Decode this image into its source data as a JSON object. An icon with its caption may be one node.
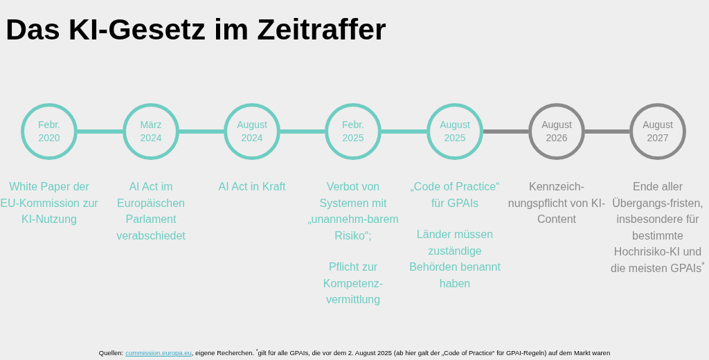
{
  "diagram": {
    "title": "Das KI-Gesetz im Zeitraffer",
    "nodes": [
      {
        "text": [
          "Febr. 2020"
        ],
        "beside": [
          "White Paper der EU-Kommission zur KI-Nutzung"
        ]
      },
      {
        "text": [
          "März 2024"
        ],
        "beside": [
          "AI Act im Europäischen Parlament verabschiedet"
        ]
      },
      {
        "text": [
          "August 2024"
        ],
        "beside": [
          "AI Act in Kraft"
        ]
      },
      {
        "text": [
          "Febr. 2025"
        ],
        "beside": [
          "Verbot von Systemen mit „unannehm-barem Risiko“;",
          "Pflicht zur Kompetenz-vermittlung"
        ]
      },
      {
        "text": [
          "August 2025"
        ],
        "beside": [
          "„Code of Practice“ für GPAIs",
          "Länder müssen zuständige Behörden benannt haben"
        ]
      },
      {
        "text": [
          "August 2026"
        ],
        "beside": [
          "Kennzeich-nungspflicht von KI-Content"
        ]
      },
      {
        "text": [
          "August 2027"
        ],
        "beside": [
          "Ende aller Übergangs-fristen, insbesondere für bestimmte Hochrisiko-KI und die meisten GPAIs$^{*}$"
        ]
      }
    ],
    "edges": [
      {
        "from": 0,
        "to": 1,
        "arrow": "none"
      },
      {
        "from": 1,
        "to": 2,
        "arrow": "none"
      },
      {
        "from": 2,
        "to": 3,
        "arrow": "none"
      },
      {
        "from": 3,
        "to": 4,
        "arrow": "none"
      },
      {
        "from": 4,
        "to": 5,
        "arrow": "none",
        "color": "#8a8a8a"
      },
      {
        "from": 5,
        "to": 6,
        "arrow": "none",
        "color": "#8a8a8a"
      }
    ],
    "labels": [
      "Quellen:",
      "commission.europa.eu",
      ", eigene Recherchen. $^{*}$gilt für alle GPAIs, die vor dem 2. August 2025 (ab hier galt der „Code of Practice“ für GPAI-Regeln) auf dem Markt waren"
    ]
  }
}
